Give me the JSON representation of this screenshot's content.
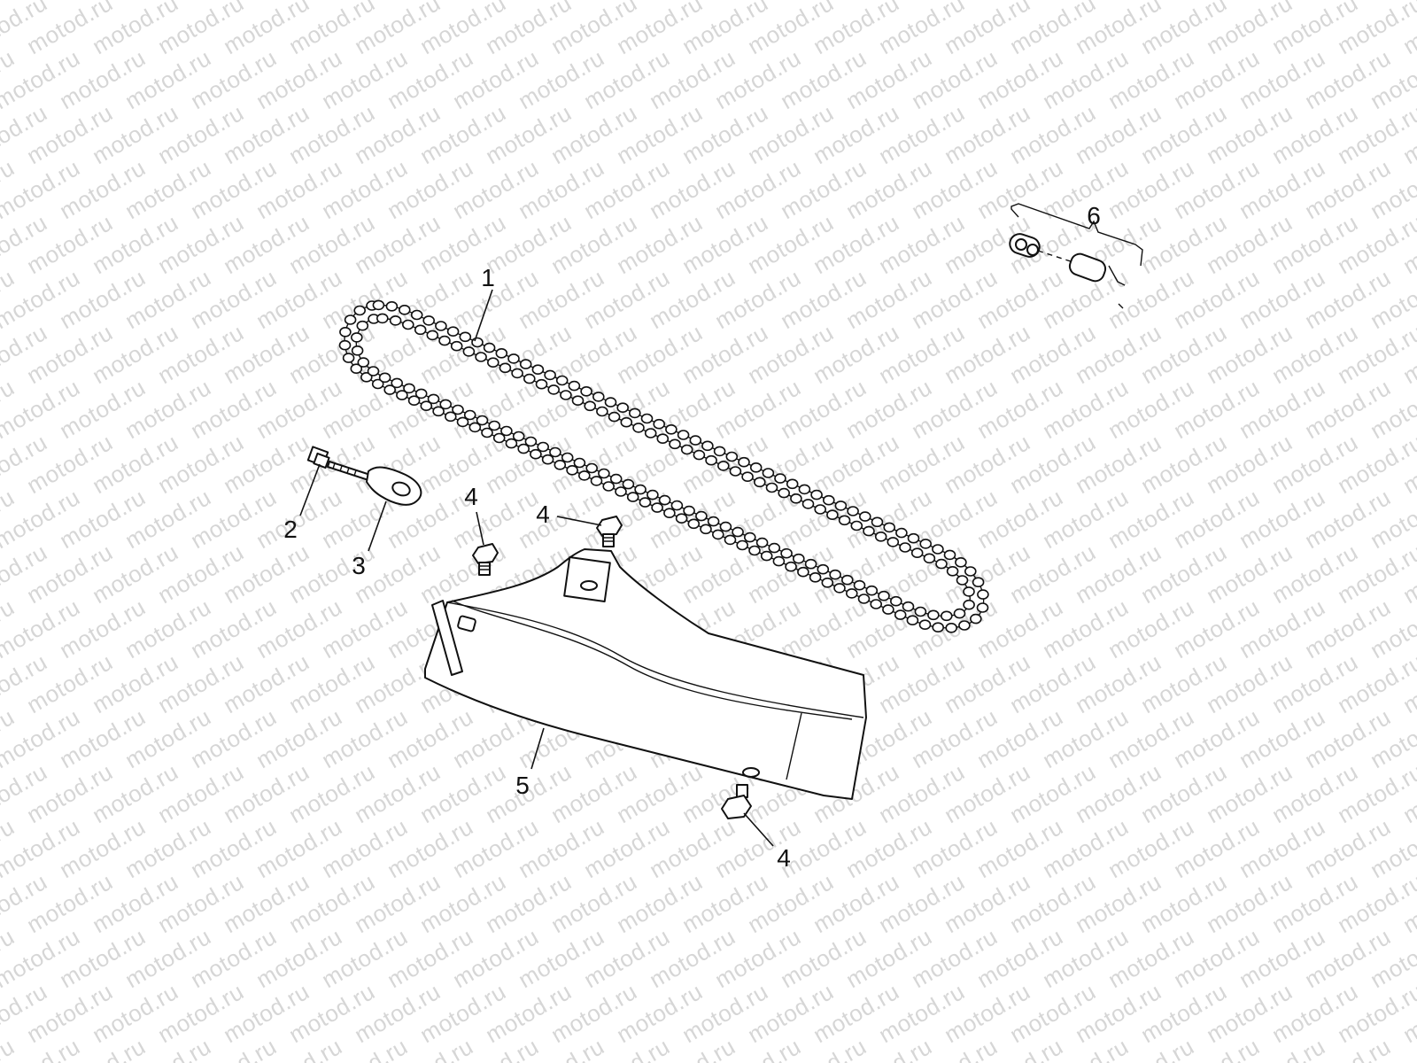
{
  "watermark": {
    "text": "motod.ru"
  },
  "callouts": [
    {
      "id": "chain",
      "label": "1"
    },
    {
      "id": "adjuster-bolt",
      "label": "2"
    },
    {
      "id": "adjuster-eye",
      "label": "3"
    },
    {
      "id": "nut-top-left",
      "label": "4"
    },
    {
      "id": "nut-top-right",
      "label": "4"
    },
    {
      "id": "chain-guard",
      "label": "5"
    },
    {
      "id": "nut-bottom",
      "label": "4"
    },
    {
      "id": "master-link",
      "label": "6"
    }
  ],
  "colors": {
    "line": "#111111",
    "watermark": "#d6d6d6",
    "background": "#ffffff"
  }
}
